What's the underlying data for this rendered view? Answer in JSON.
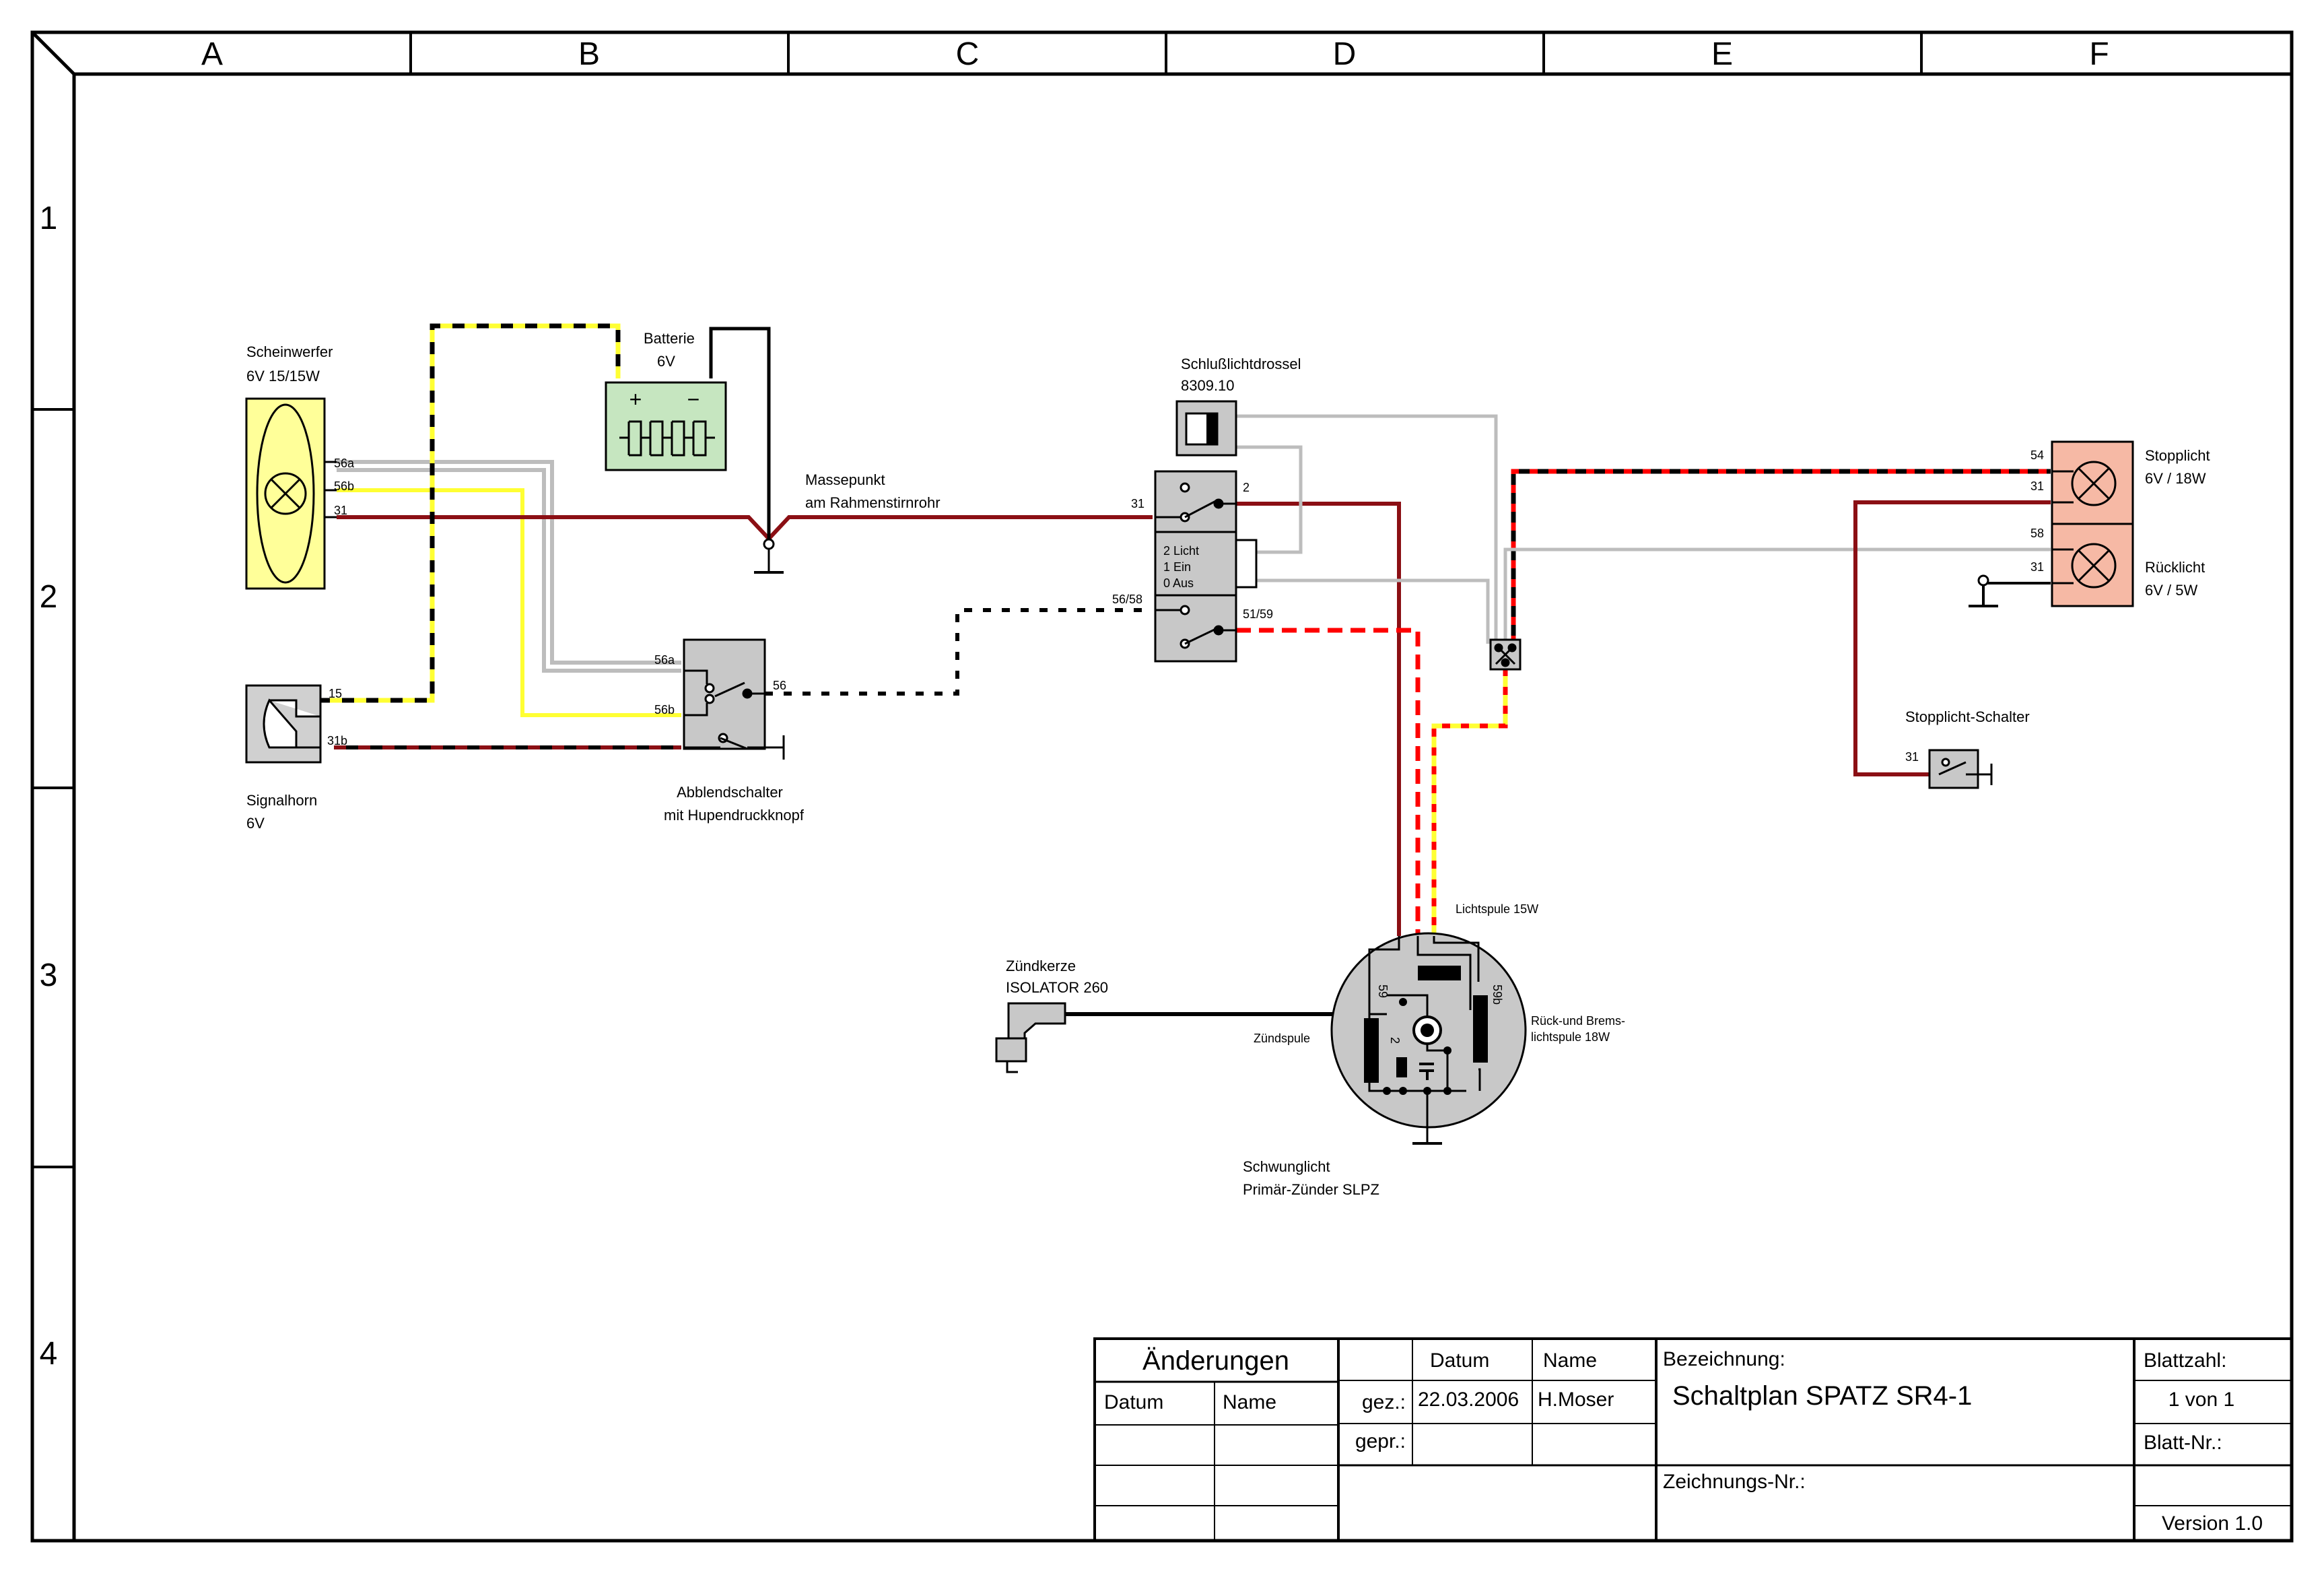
{
  "grid": {
    "columns": [
      "A",
      "B",
      "C",
      "D",
      "E",
      "F"
    ],
    "rows": [
      "1",
      "2",
      "3",
      "4"
    ]
  },
  "components": {
    "scheinwerfer": {
      "name": "Scheinwerfer",
      "spec": "6V 15/15W",
      "pins": [
        "56a",
        "56b",
        "31"
      ]
    },
    "batterie": {
      "name": "Batterie",
      "spec": "6V",
      "plus": "+",
      "minus": "−"
    },
    "massepunkt": {
      "name": "Massepunkt",
      "spec": "am Rahmenstirnrohr"
    },
    "signalhorn": {
      "name": "Signalhorn",
      "spec": "6V",
      "pins": [
        "15",
        "31b"
      ]
    },
    "abblendschalter": {
      "name": "Abblendschalter",
      "spec": "mit Hupendruckknopf",
      "pins": [
        "56a",
        "56b",
        "56"
      ]
    },
    "schlusslichtdrossel": {
      "name": "Schlußlichtdrossel",
      "spec": "8309.10"
    },
    "lichtschalter": {
      "pins": [
        "31",
        "2",
        "56/58",
        "51/59"
      ],
      "positions": [
        "2 Licht",
        "1 Ein",
        "0 Aus"
      ]
    },
    "stopplicht": {
      "name": "Stopplicht",
      "spec": "6V / 18W",
      "pins": [
        "54",
        "31"
      ]
    },
    "ruecklicht": {
      "name": "Rücklicht",
      "spec": "6V / 5W",
      "pins": [
        "58",
        "31"
      ]
    },
    "stopplicht_schalter": {
      "name": "Stopplicht-Schalter",
      "pins": [
        "31"
      ]
    },
    "zuendkerze": {
      "name": "Zündkerze",
      "spec": "ISOLATOR 260"
    },
    "schwunglicht": {
      "name": "Schwunglicht",
      "spec": "Primär-Zünder SLPZ",
      "lichtspule": "Lichtspule 15W",
      "zuendspule": "Zündspule",
      "rueckspule_1": "Rück-und Brems-",
      "rueckspule_2": "lichtspule 18W",
      "pins": [
        "59",
        "59b",
        "2"
      ]
    }
  },
  "title_block": {
    "aenderungen": "Änderungen",
    "datum_col": "Datum",
    "name_col": "Name",
    "datum_head": "Datum",
    "name_head": "Name",
    "gez_label": "gez.:",
    "gez_datum": "22.03.2006",
    "gez_name": "H.Moser",
    "gepr_label": "gepr.:",
    "bezeichnung_label": "Bezeichnung:",
    "bezeichnung": "Schaltplan SPATZ  SR4-1",
    "zeichnungs_nr_label": "Zeichnungs-Nr.:",
    "blattzahl_label": "Blattzahl:",
    "blattzahl": "1 von 1",
    "blatt_nr_label": "Blatt-Nr.:",
    "version": "Version 1.0"
  },
  "colors": {
    "wire_brown": "#8b0f14",
    "wire_red": "#ff0000",
    "wire_yellow": "#ffff33",
    "wire_grey": "#bdbdbd",
    "headlamp_fill": "#ffff99",
    "battery_fill": "#c6e6c0",
    "taillamp_fill": "#f6b9a5",
    "switch_fill": "#c8c8c8"
  }
}
